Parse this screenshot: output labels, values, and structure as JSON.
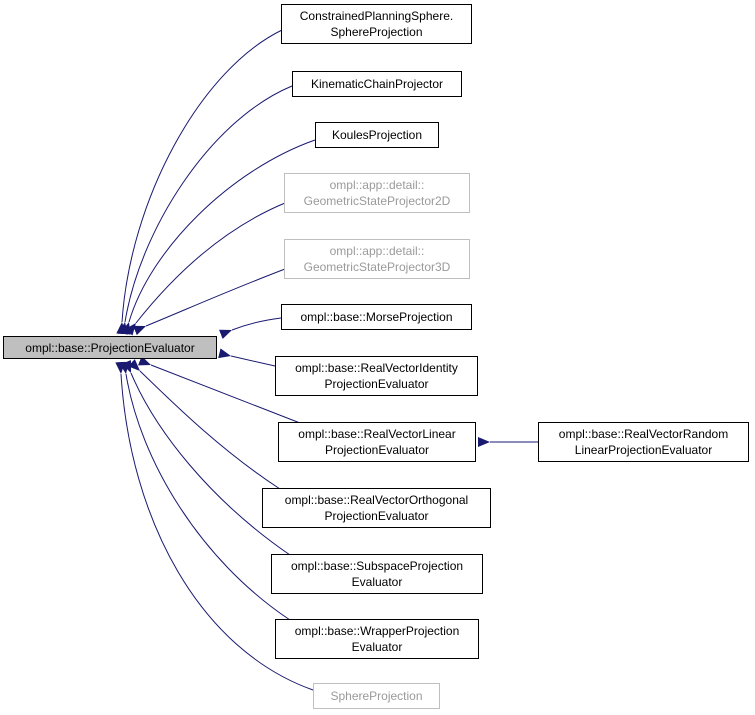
{
  "colors": {
    "edge": "#191970",
    "border": "#000000",
    "muted_border": "#bfbfbf",
    "muted_text": "#9a9a9a",
    "focus_fill": "#bfbfbf"
  },
  "base": {
    "label": "ompl::base::ProjectionEvaluator"
  },
  "subclasses": [
    {
      "line1": "ConstrainedPlanningSphere.",
      "line2": "SphereProjection",
      "muted": false
    },
    {
      "line1": "KinematicChainProjector",
      "line2": "",
      "muted": false
    },
    {
      "line1": "KoulesProjection",
      "line2": "",
      "muted": false
    },
    {
      "line1": "ompl::app::detail::",
      "line2": "GeometricStateProjector2D",
      "muted": true
    },
    {
      "line1": "ompl::app::detail::",
      "line2": "GeometricStateProjector3D",
      "muted": true
    },
    {
      "line1": "ompl::base::MorseProjection",
      "line2": "",
      "muted": false
    },
    {
      "line1": "ompl::base::RealVectorIdentity",
      "line2": "ProjectionEvaluator",
      "muted": false
    },
    {
      "line1": "ompl::base::RealVectorLinear",
      "line2": "ProjectionEvaluator",
      "muted": false
    },
    {
      "line1": "ompl::base::RealVectorOrthogonal",
      "line2": "ProjectionEvaluator",
      "muted": false
    },
    {
      "line1": "ompl::base::SubspaceProjection",
      "line2": "Evaluator",
      "muted": false
    },
    {
      "line1": "ompl::base::WrapperProjection",
      "line2": "Evaluator",
      "muted": false
    },
    {
      "line1": "SphereProjection",
      "line2": "",
      "muted": true
    }
  ],
  "grandchild": {
    "line1": "ompl::base::RealVectorRandom",
    "line2": "LinearProjectionEvaluator",
    "muted": false
  }
}
